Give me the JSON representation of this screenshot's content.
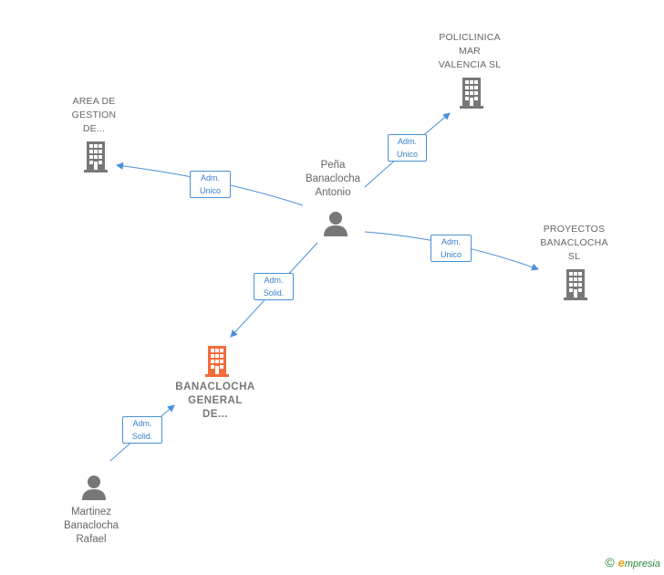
{
  "nodes": {
    "policlinica": {
      "lines": [
        "POLICLINICA",
        "MAR",
        "VALENCIA  SL"
      ]
    },
    "area": {
      "lines": [
        "AREA DE",
        "GESTION",
        "DE..."
      ]
    },
    "proyectos": {
      "lines": [
        "PROYECTOS",
        "BANACLOCHA",
        "SL"
      ]
    },
    "banaclocha_general": {
      "lines": [
        "BANACLOCHA",
        "GENERAL",
        "DE..."
      ]
    },
    "pena": {
      "lines": [
        "Peña",
        "Banaclocha",
        "Antonio"
      ]
    },
    "martinez": {
      "lines": [
        "Martinez",
        "Banaclocha",
        "Rafael"
      ]
    }
  },
  "edges": {
    "pena_area": {
      "lines": [
        "Adm.",
        "Unico"
      ]
    },
    "pena_policlinica": {
      "lines": [
        "Adm.",
        "Unico"
      ]
    },
    "pena_proyectos": {
      "lines": [
        "Adm.",
        "Unico"
      ]
    },
    "pena_general": {
      "lines": [
        "Adm.",
        "Solid."
      ]
    },
    "martinez_general": {
      "lines": [
        "Adm.",
        "Solid."
      ]
    }
  },
  "colors": {
    "edge": "#4a90d9",
    "company_icon": "#777777",
    "focus_icon": "#f26b3a",
    "person_icon": "#777777"
  },
  "icons": {
    "company": "building-icon",
    "person": "person-icon"
  },
  "brand": {
    "copyright": "©",
    "e": "e",
    "rest": "mpresia"
  }
}
